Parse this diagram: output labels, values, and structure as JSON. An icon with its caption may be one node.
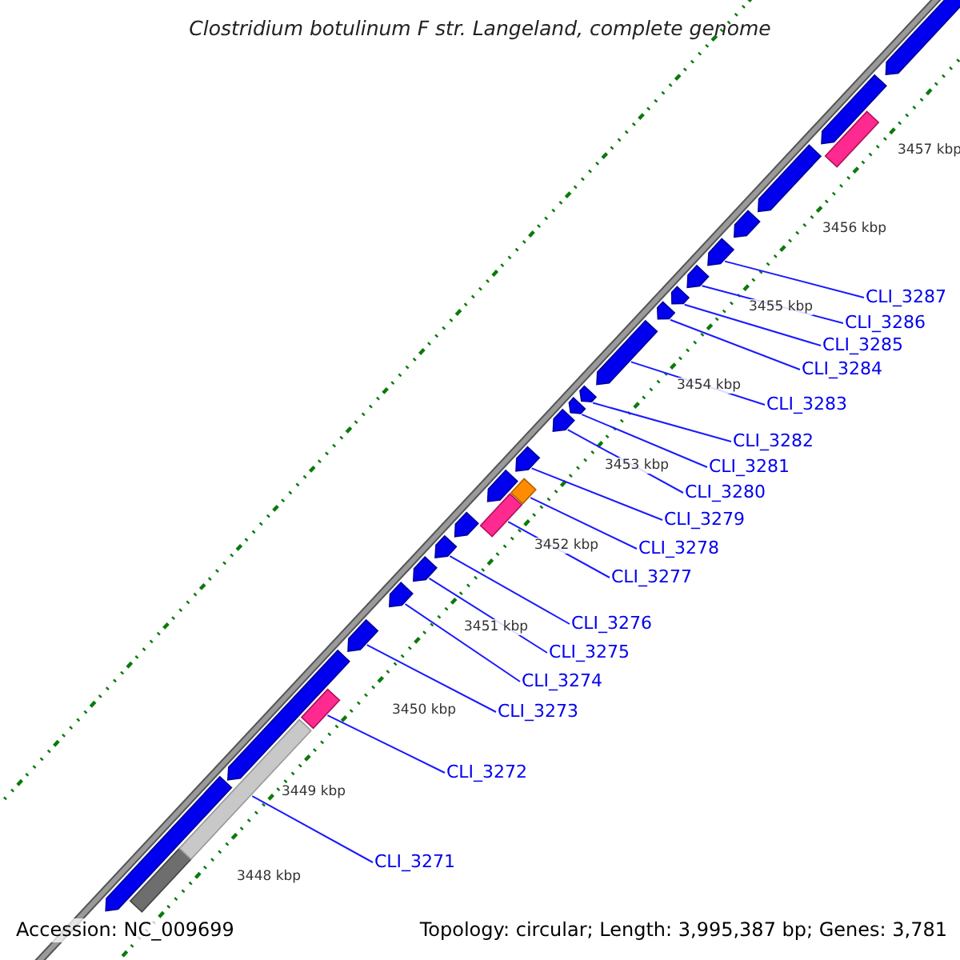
{
  "diagram": {
    "title": "Clostridium botulinum F str. Langeland, complete genome",
    "nodes": [
      {
        "text": [
          "CLI_3287"
        ]
      },
      {
        "text": [
          "CLI_3286"
        ]
      },
      {
        "text": [
          "CLI_3285"
        ]
      },
      {
        "text": [
          "CLI_3284"
        ]
      },
      {
        "text": [
          "CLI_3283"
        ]
      },
      {
        "text": [
          "CLI_3282"
        ]
      },
      {
        "text": [
          "CLI_3281"
        ]
      },
      {
        "text": [
          "CLI_3280"
        ]
      },
      {
        "text": [
          "CLI_3279"
        ]
      },
      {
        "text": [
          "CLI_3278"
        ]
      },
      {
        "text": [
          "CLI_3277"
        ]
      },
      {
        "text": [
          "CLI_3276"
        ]
      },
      {
        "text": [
          "CLI_3275"
        ]
      },
      {
        "text": [
          "CLI_3274"
        ]
      },
      {
        "text": [
          "CLI_3273"
        ]
      },
      {
        "text": [
          "CLI_3272"
        ]
      },
      {
        "text": [
          "CLI_3271"
        ]
      },
      {
        "text": [],
        "shape": "bar"
      },
      {
        "text": [],
        "shape": "bar"
      },
      {
        "text": [],
        "shape": "bar"
      },
      {
        "text": [],
        "shape": "bar"
      },
      {
        "text": [],
        "shape": "bar"
      },
      {
        "text": [],
        "shape": "bar"
      },
      {
        "text": [],
        "shape": "bar"
      },
      {
        "text": [],
        "shape": "bar"
      },
      {
        "text": [],
        "shape": "bar"
      },
      {
        "text": [],
        "shape": "bar"
      },
      {
        "text": [],
        "shape": "bar"
      },
      {
        "text": [],
        "shape": "bar"
      },
      {
        "text": [],
        "shape": "bar"
      },
      {
        "text": [],
        "shape": "bar"
      },
      {
        "text": [],
        "shape": "bar"
      },
      {
        "text": [],
        "shape": "bar"
      },
      {
        "text": [],
        "shape": "bar"
      },
      {
        "text": [],
        "shape": "bar"
      },
      {
        "text": [],
        "shape": "bar"
      },
      {
        "text": [],
        "shape": "bar"
      },
      {
        "text": [],
        "shape": "bar"
      },
      {
        "text": [],
        "shape": "bar"
      },
      {
        "text": [],
        "shape": "bar"
      },
      {
        "text": [],
        "shape": "bar"
      },
      {
        "text": [],
        "shape": "bar"
      },
      {
        "text": [],
        "shape": "bar"
      },
      {
        "text": [],
        "shape": "bar"
      }
    ],
    "edges": [
      {
        "from": 0,
        "to": 38,
        "arrow": "none"
      },
      {
        "from": 1,
        "to": 37,
        "arrow": "none"
      },
      {
        "from": 2,
        "to": 36,
        "arrow": "none"
      },
      {
        "from": 3,
        "to": 35,
        "arrow": "none"
      },
      {
        "from": 4,
        "to": 34,
        "arrow": "none"
      },
      {
        "from": 5,
        "to": 33,
        "arrow": "none"
      },
      {
        "from": 6,
        "to": 32,
        "arrow": "none"
      },
      {
        "from": 7,
        "to": 31,
        "arrow": "none"
      },
      {
        "from": 8,
        "to": 30,
        "arrow": "none"
      },
      {
        "from": 9,
        "to": 29,
        "arrow": "none"
      },
      {
        "from": 10,
        "to": 27,
        "arrow": "none"
      },
      {
        "from": 11,
        "to": 25,
        "arrow": "none"
      },
      {
        "from": 12,
        "to": 24,
        "arrow": "none"
      },
      {
        "from": 13,
        "to": 23,
        "arrow": "none"
      },
      {
        "from": 14,
        "to": 22,
        "arrow": "none"
      },
      {
        "from": 15,
        "to": 21,
        "arrow": "none"
      },
      {
        "from": 16,
        "to": 19,
        "arrow": "none"
      }
    ],
    "labels": [
      "3457 kbp",
      "3456 kbp",
      "3455 kbp",
      "3454 kbp",
      "3453 kbp",
      "3452 kbp",
      "3451 kbp",
      "3450 kbp",
      "3449 kbp",
      "3448 kbp",
      "Accession: NC_009699",
      "Topology: circular; Length: 3,995,387 bp; Genes: 3,781"
    ]
  }
}
